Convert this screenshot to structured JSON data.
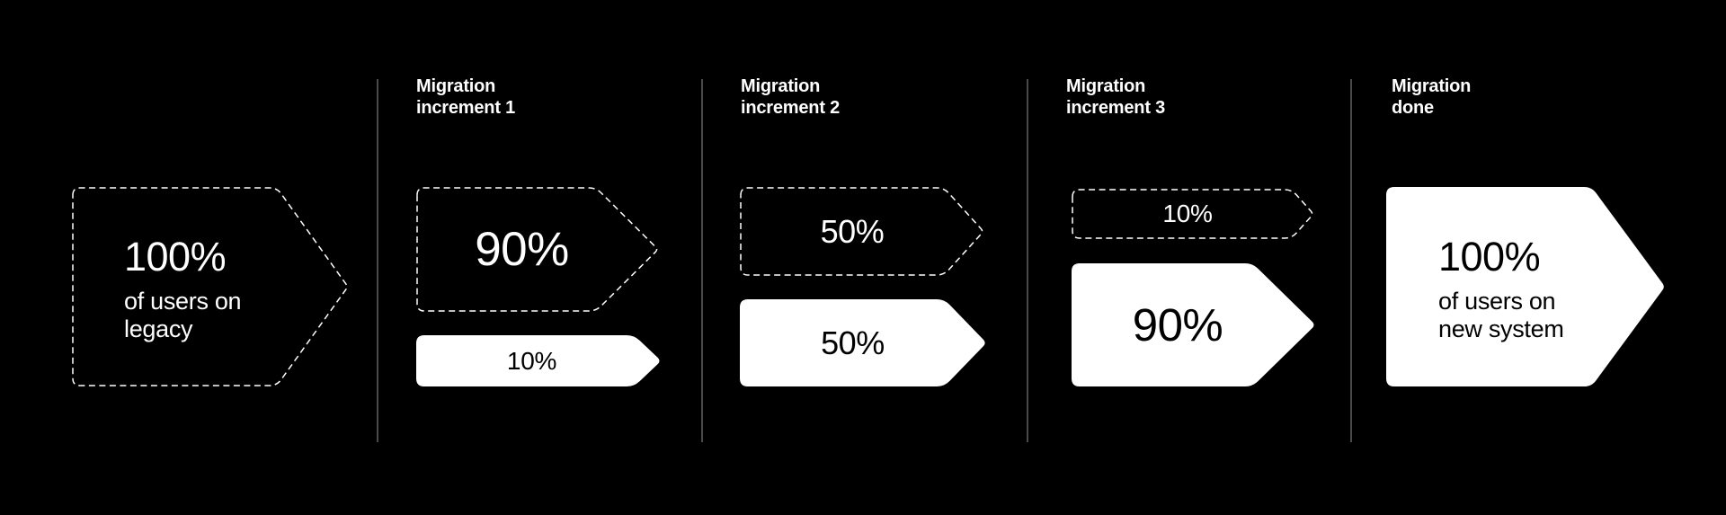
{
  "colors": {
    "background": "#000000",
    "divider": "#4a4a4a",
    "shape_fill": "#ffffff",
    "dashed_outline": "#ffffff",
    "text_on_dark": "#ffffff",
    "text_on_light": "#000000"
  },
  "stages": [
    {
      "name": "legacy-start",
      "title": null,
      "legacy": {
        "style": "dashed",
        "percent": 100,
        "value_label": "100%",
        "caption": [
          "of users on",
          "legacy"
        ]
      },
      "migrated": null
    },
    {
      "name": "increment-1",
      "title": [
        "Migration",
        "increment 1"
      ],
      "legacy": {
        "style": "dashed",
        "percent": 90,
        "value_label": "90%"
      },
      "migrated": {
        "style": "solid",
        "percent": 10,
        "value_label": "10%"
      }
    },
    {
      "name": "increment-2",
      "title": [
        "Migration",
        "increment 2"
      ],
      "legacy": {
        "style": "dashed",
        "percent": 50,
        "value_label": "50%"
      },
      "migrated": {
        "style": "solid",
        "percent": 50,
        "value_label": "50%"
      }
    },
    {
      "name": "increment-3",
      "title": [
        "Migration",
        "increment 3"
      ],
      "legacy": {
        "style": "dashed",
        "percent": 10,
        "value_label": "10%"
      },
      "migrated": {
        "style": "solid",
        "percent": 90,
        "value_label": "90%"
      }
    },
    {
      "name": "done",
      "title": [
        "Migration",
        "done"
      ],
      "legacy": null,
      "migrated": {
        "style": "solid",
        "percent": 100,
        "value_label": "100%",
        "caption": [
          "of users on",
          "new system"
        ]
      }
    }
  ]
}
